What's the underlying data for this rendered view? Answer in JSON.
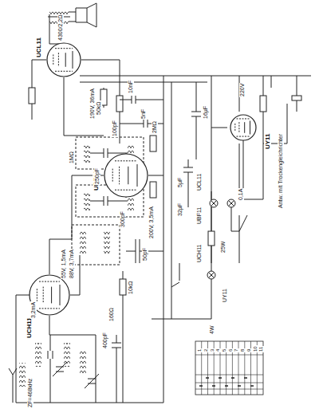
{
  "diagram": {
    "nodes": [
      {
        "text": [
          "UCL11"
        ]
      },
      {
        "text": [
          "UBF11"
        ]
      },
      {
        "text": [
          "UCH11"
        ]
      },
      {
        "text": [
          "UY11"
        ]
      }
    ],
    "labels": [
      "ZF=468kHz",
      "4W",
      "220V",
      "4300/2,2Ω",
      "190V, 36mA",
      "200V, 3,5mA",
      "55V, 1,5mA",
      "88V, 3,7mA",
      "3,2mA",
      "1MΩ",
      "2MΩ",
      "50kΩ",
      "100pF",
      "10nF",
      "5nF",
      "250pF",
      "300pF",
      "50pF",
      "400pF",
      "10kΩ",
      "160Ω",
      "5μF",
      "16μF",
      "32μF",
      "25W",
      "0,1A",
      "UCL11",
      "UBF11",
      "UCH11",
      "UY11",
      "Antw. mit Trockengleichrichter",
      "1",
      "2",
      "3",
      "4",
      "5",
      "6",
      "7",
      "8",
      "9",
      "10",
      "11"
    ]
  }
}
